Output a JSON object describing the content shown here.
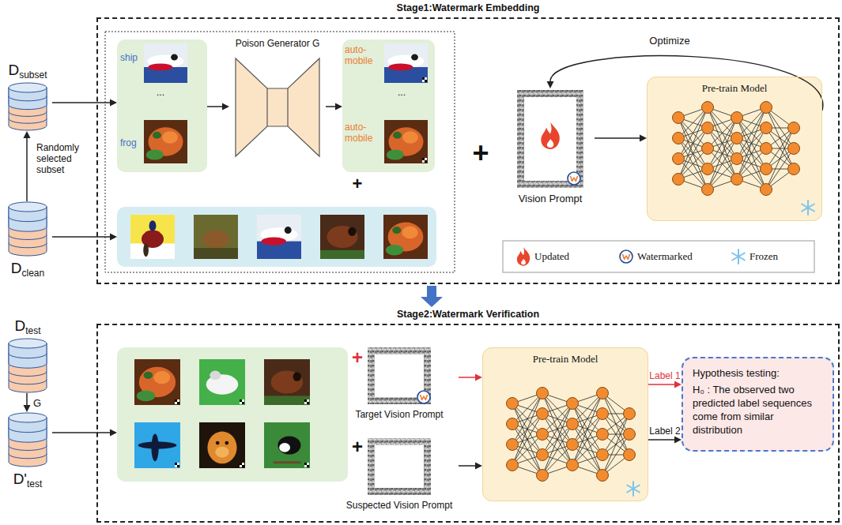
{
  "diagram": {
    "nodes": [
      {
        "text": [
          "D",
          "subset"
        ]
      },
      {
        "text": [
          "D",
          "clean"
        ]
      },
      {
        "text": [
          "Stage1:Watermark Embedding"
        ]
      },
      {
        "text": [
          "ship",
          "...",
          "frog"
        ],
        "in": 2
      },
      {
        "text": [
          "Poison Generator G"
        ],
        "in": 2
      },
      {
        "text": [
          "auto- mobile",
          "...",
          "auto- mobile"
        ],
        "in": 2
      },
      {
        "text": [
          "Vision Prompt"
        ],
        "in": 2
      },
      {
        "text": [
          "Pre-train Model"
        ],
        "in": 2
      },
      {
        "text": [
          "D",
          "test"
        ]
      },
      {
        "text": [
          "D'",
          "test"
        ]
      },
      {
        "text": [
          "Stage2:Watermark Verification"
        ]
      },
      {
        "text": [
          "Target Vision Prompt"
        ],
        "in": 10
      },
      {
        "text": [
          "Suspected Vision Prompt"
        ],
        "in": 10
      },
      {
        "text": [
          "Pre-train Model"
        ],
        "in": 10
      },
      {
        "text": [
          "Hypothesis testing:",
          "H₀ : The observed two predicted label sequences come from similar distribution"
        ],
        "in": 10
      }
    ],
    "edges": [
      {
        "from": 1,
        "to": 0,
        "arrow": "to",
        "label": "Randomly selected subset"
      },
      {
        "from": 0,
        "to": 3,
        "arrow": "to"
      },
      {
        "from": 3,
        "to": 4,
        "arrow": "to"
      },
      {
        "from": 4,
        "to": 5,
        "arrow": "to"
      },
      {
        "from": 6,
        "to": 7,
        "arrow": "to"
      },
      {
        "from": 7,
        "to": 6,
        "arrow": "to",
        "label": "Optimize"
      },
      {
        "from": 8,
        "to": 9,
        "arrow": "to",
        "label": "G"
      },
      {
        "from": 11,
        "to": 13,
        "arrow": "to"
      },
      {
        "from": 12,
        "to": 13,
        "arrow": "to"
      },
      {
        "from": 13,
        "to": 14,
        "arrow": "to",
        "label": "Label 1"
      },
      {
        "from": 13,
        "to": 14,
        "arrow": "to",
        "label": "Label 2"
      }
    ],
    "labels": [
      "+",
      "+",
      "+",
      "+"
    ],
    "legend": [
      {
        "text": "Updated"
      },
      {
        "text": "Watermarked"
      },
      {
        "text": "Frozen"
      }
    ]
  }
}
